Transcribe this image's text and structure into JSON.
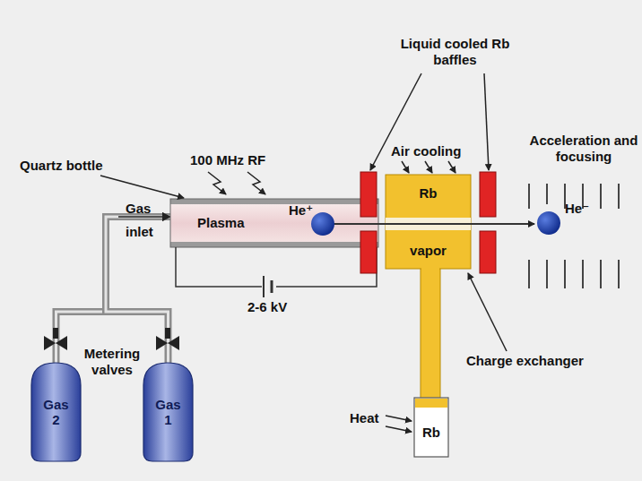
{
  "diagram": {
    "nodes": [
      {
        "text": [
          "Plasma"
        ]
      },
      {
        "text": [
          "Rb",
          "vapor"
        ]
      },
      {
        "text": [
          "Rb"
        ]
      },
      {
        "text": [
          "Gas 2"
        ]
      },
      {
        "text": [
          "Gas 1"
        ]
      }
    ],
    "edges": [
      {
        "from": 3,
        "to": 0,
        "arrow": "to"
      },
      {
        "from": 4,
        "to": 0,
        "arrow": "to"
      }
    ],
    "labels": [
      "Quartz bottle",
      "100 MHz RF",
      "Gas",
      "inlet",
      "He⁺",
      "2-6 kV",
      "Metering valves",
      "Liquid cooled Rb baffles",
      "Air cooling",
      "Acceleration and focusing",
      "He⁻",
      "Charge exchanger",
      "Heat"
    ]
  }
}
